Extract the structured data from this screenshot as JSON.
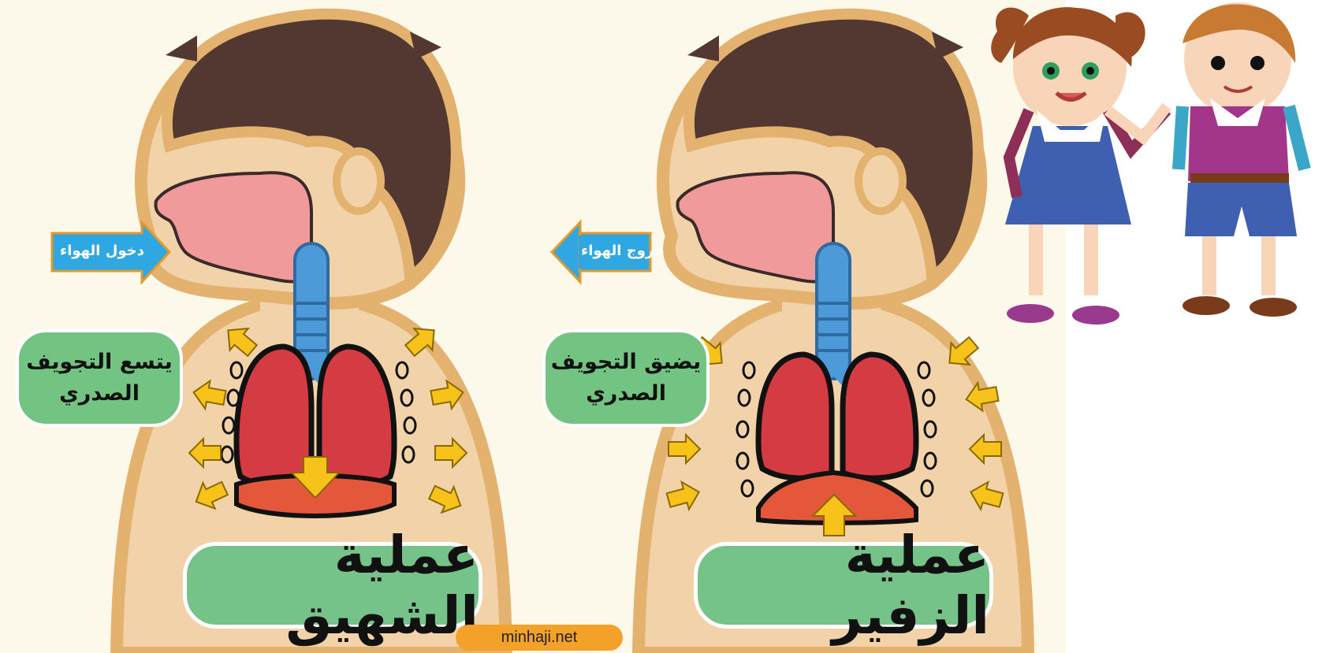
{
  "inhale": {
    "air_label": "دخول الهواء",
    "cavity_line1": "يتسع التجويف",
    "cavity_line2": "الصدري",
    "title": "عملية الشهيق"
  },
  "exhale": {
    "air_label": "خروج الهواء",
    "cavity_line1": "يضيق التجويف",
    "cavity_line2": "الصدري",
    "title": "عملية الزفير"
  },
  "source": "minhaji.net",
  "colors": {
    "background": "#fcf8ea",
    "skin": "#f2d3a9",
    "skin_outline": "#e3b26f",
    "hair": "#533731",
    "mouth": "#f19a9c",
    "trachea": "#4c9ad8",
    "lung": "#d53b43",
    "diaphragm": "#e4573a",
    "arrow": "#f7c21a",
    "label_green": "#76c38a",
    "air_arrow": "#2ea7e3",
    "pill": "#f4a12a"
  },
  "icons": [
    "left-arrow-icon",
    "yellow-arrow-icon",
    "diaphragm-arrow-icon"
  ]
}
